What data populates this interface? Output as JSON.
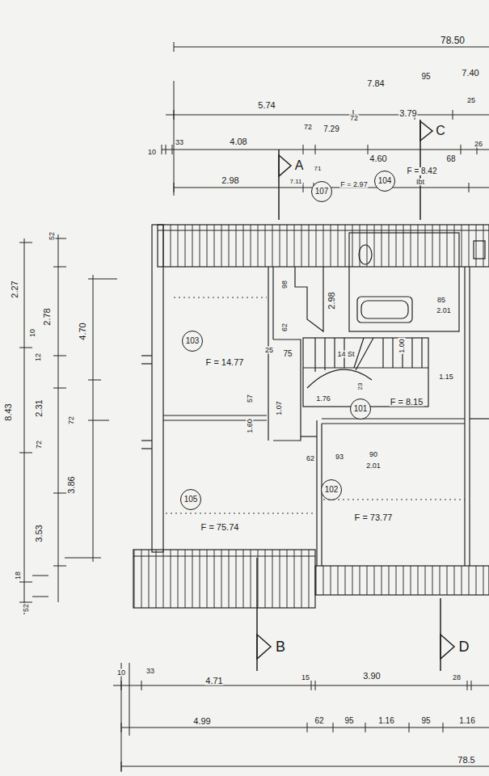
{
  "diagram": {
    "nodes": [
      {
        "text": [
          "107"
        ]
      },
      {
        "text": [
          "104"
        ]
      },
      {
        "text": [
          "103"
        ]
      },
      {
        "text": [
          "101"
        ]
      },
      {
        "text": [
          "105"
        ]
      },
      {
        "text": [
          "102"
        ]
      }
    ],
    "labels": [
      "78.50",
      "5.74",
      "7.84",
      "95",
      "7.40",
      "10",
      "33",
      "4.08",
      "72",
      "7.29",
      "72",
      "3.79",
      "25",
      "A",
      "C",
      "2.98",
      "7.11",
      "71",
      "F = 2.97",
      "F = 8.42",
      "Ibt",
      "4.60",
      "68",
      "26",
      "52",
      "2.27",
      "2.78",
      "10",
      "4.70",
      "12",
      "8.43",
      "2.31",
      "72",
      "72",
      "3.86",
      "3.53",
      "18",
      "52",
      "98",
      "2.98",
      "62",
      "F = 14.77",
      "25",
      "75",
      "14 St",
      "1.00",
      "85",
      "2.01",
      "1.15",
      "23",
      "57",
      "1.07",
      "1.76",
      "F = 8.15",
      "1.60",
      "62",
      "93",
      "90",
      "2.01",
      "F = 75.74",
      "F = 73.77",
      "B",
      "D",
      "10",
      "33",
      "4.71",
      "15",
      "3.90",
      "28",
      "4.99",
      "62",
      "95",
      "1.16",
      "95",
      "1.16",
      "78.5"
    ]
  }
}
